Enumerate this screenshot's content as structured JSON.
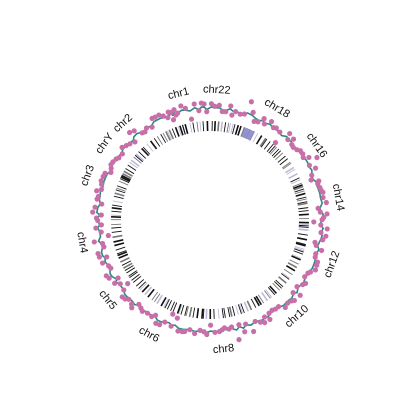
{
  "chart_data": {
    "type": "circos",
    "title": "",
    "chromosome_labels": [
      "chr1",
      "chr2",
      "chr3",
      "chr4",
      "chr5",
      "chr6",
      "chr8",
      "chr10",
      "chr12",
      "chr14",
      "chr16",
      "chr18",
      "chr22",
      "chrY"
    ],
    "label_angles_deg": [
      -14,
      -42,
      -70,
      -100,
      -128,
      -152,
      -186,
      -222,
      -250,
      -280,
      -305,
      -329,
      -357,
      -414
    ],
    "ideogram": {
      "start_deg": -20,
      "end_deg": 344,
      "band_color": "#111111",
      "acrocentric_color": "#9090cc",
      "acrocentric_regions_deg": [
        [
          21,
          27
        ]
      ]
    },
    "scatter": {
      "start_deg": -20,
      "end_deg": 343,
      "point_color": "#c86ea8",
      "line_color": "#2a8a80"
    },
    "colors": {
      "points": "#c86ea8",
      "line": "#2a8a80",
      "bands": "#111111"
    }
  }
}
